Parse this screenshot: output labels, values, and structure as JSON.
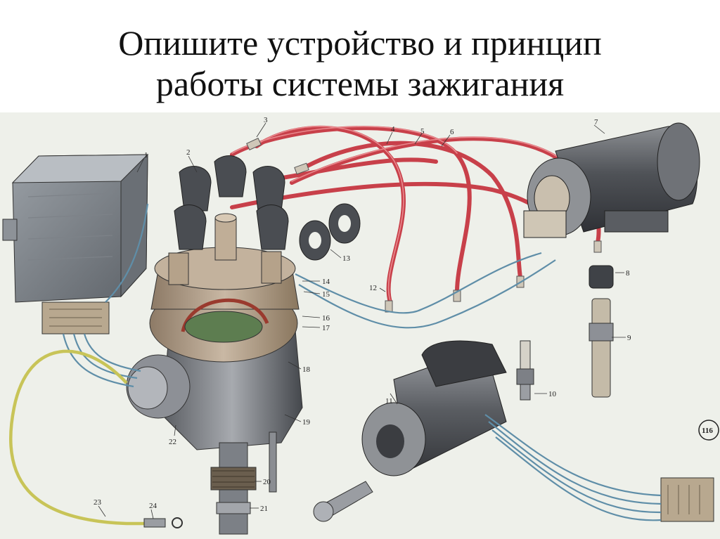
{
  "title": {
    "line1": "Опишите устройство и принцип",
    "line2": "работы системы зажигания"
  },
  "figure_number": "116",
  "callouts": [
    "1",
    "2",
    "3",
    "4",
    "5",
    "6",
    "7",
    "8",
    "9",
    "10",
    "11",
    "12",
    "13",
    "14",
    "15",
    "16",
    "17",
    "18",
    "19",
    "20",
    "21",
    "22",
    "23",
    "24"
  ],
  "colors": {
    "background": "#ffffff",
    "paper": "#eef0ea",
    "wire_red": "#c8404a",
    "wire_blue": "#5f8ea8",
    "wire_yellow": "#c8c458",
    "metal_dark": "#4a4d52",
    "cap_beige": "#b8a48e"
  }
}
